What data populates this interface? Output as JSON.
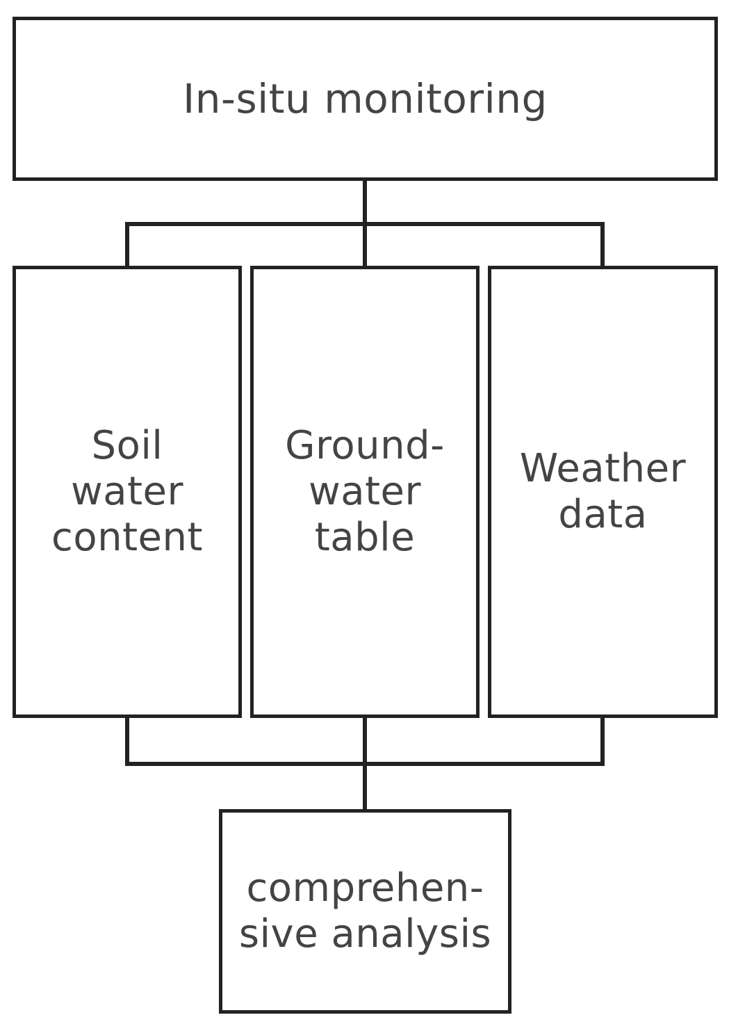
{
  "diagram": {
    "top_box": {
      "label": "In-situ monitoring"
    },
    "middle_boxes": [
      {
        "label": "Soil\nwater\ncontent"
      },
      {
        "label": "Ground-\nwater\ntable"
      },
      {
        "label": "Weather\ndata"
      }
    ],
    "bottom_box": {
      "label": "comprehen-\nsive analysis"
    }
  },
  "colors": {
    "stroke": "#222222",
    "text": "#444444",
    "background": "#ffffff"
  }
}
